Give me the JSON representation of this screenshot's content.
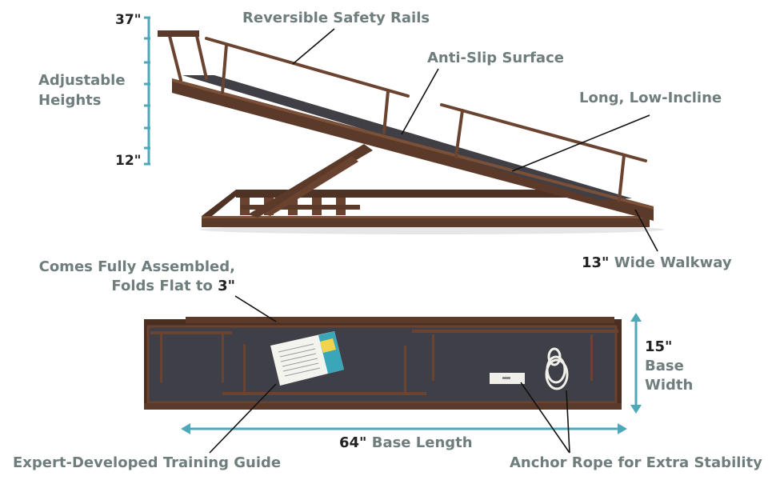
{
  "colors": {
    "label": "#6f7d7d",
    "number": "#222222",
    "accent": "#4fa8b8",
    "wood": "#5b3a2a",
    "mat": "#3f3f45"
  },
  "top": {
    "height_max": "37\"",
    "height_min": "12\"",
    "adjustable_line1": "Adjustable",
    "adjustable_line2": "Heights",
    "rails": "Reversible Safety Rails",
    "surface": "Anti-Slip Surface",
    "incline": "Long, Low-Incline",
    "walkway_num": "13\"",
    "walkway_text": "Wide Walkway"
  },
  "bottom": {
    "assembled_line1": "Comes Fully Assembled,",
    "assembled_line2_text": "Folds Flat to",
    "assembled_line2_num": "3\"",
    "width_num": "15\"",
    "width_line1": "Base",
    "width_line2": "Width",
    "length_num": "64\"",
    "length_text": "Base Length",
    "guide": "Expert-Developed Training Guide",
    "rope": "Anchor Rope for Extra Stability"
  }
}
